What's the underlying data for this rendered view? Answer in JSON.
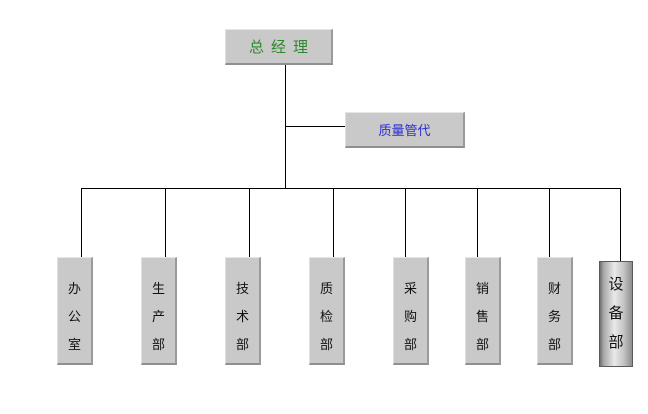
{
  "top": {
    "label": "总经理"
  },
  "quality": {
    "label": "质量管代"
  },
  "departments": [
    {
      "id": "office",
      "chars": [
        "办",
        "公",
        "室"
      ]
    },
    {
      "id": "production",
      "chars": [
        "生",
        "产",
        "部"
      ]
    },
    {
      "id": "technology",
      "chars": [
        "技",
        "术",
        "部"
      ]
    },
    {
      "id": "inspection",
      "chars": [
        "质",
        "检",
        "部"
      ]
    },
    {
      "id": "purchasing",
      "chars": [
        "采",
        "购",
        "部"
      ]
    },
    {
      "id": "sales",
      "chars": [
        "销",
        "售",
        "部"
      ]
    },
    {
      "id": "finance",
      "chars": [
        "财",
        "务",
        "部"
      ]
    },
    {
      "id": "equipment",
      "chars": [
        "设",
        "备",
        "部"
      ]
    }
  ],
  "colors": {
    "top_text": "#2c8a2c",
    "quality_text": "#2d2dd6",
    "box_fill": "#c9c9c9",
    "line": "#000000"
  }
}
